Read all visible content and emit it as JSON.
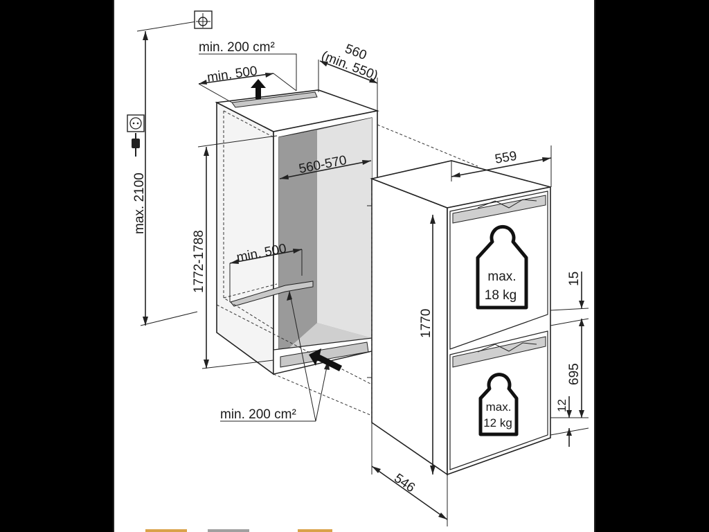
{
  "diagram": {
    "colors": {
      "frame_background": "#000000",
      "paper": "#ffffff",
      "line": "#222222",
      "cabinet_face": "#d8d8d8",
      "niche_shade": "#9e9e9e",
      "cabinet_side": "#f2f2f2",
      "vent_fill": "#c8c8c8",
      "bottom_strip_colors": [
        "#d9a24a",
        "#a0a0a0",
        "#d9a24a"
      ]
    },
    "icons": [
      "cross-symbol-icon",
      "power-socket-icon",
      "power-plug-icon",
      "arrow-up-icon",
      "arrow-inlet-icon",
      "weight-icon"
    ],
    "labels": {
      "vent_top_area": "min. 200 cm²",
      "niche_depth_total": "560",
      "niche_depth_min": "(min. 550)",
      "vent_top_width": "min. 500",
      "niche_width": "560-570",
      "appliance_width": "559",
      "max_height": "max. 2100",
      "niche_height": "1772-1788",
      "vent_bottom_width": "min. 500",
      "appliance_height": "1770",
      "vent_bottom_area": "min. 200 cm²",
      "appliance_depth": "546",
      "door_gap_top": "15",
      "lower_door_height": "695",
      "door_gap_bottom": "12"
    },
    "weights": {
      "upper_line1": "max.",
      "upper_line2": "18 kg",
      "lower_line1": "max.",
      "lower_line2": "12 kg"
    }
  }
}
